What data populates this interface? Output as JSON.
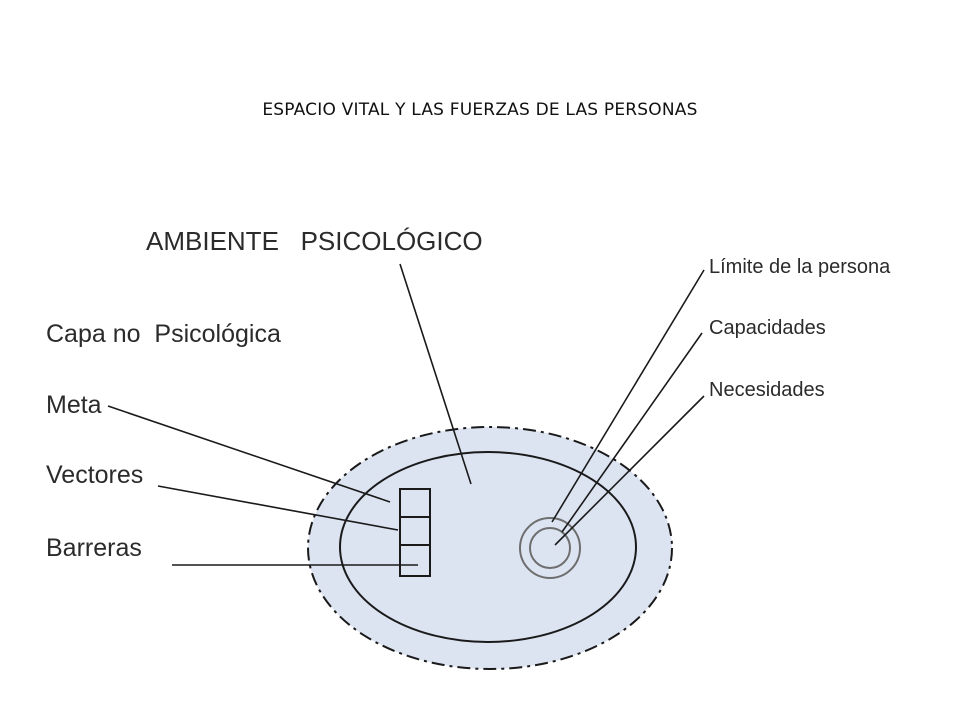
{
  "slide": {
    "title": "ESPACIO VITAL Y LAS FUERZAS DE LAS PERSONAS"
  },
  "diagram": {
    "labels": {
      "ambiente": "AMBIENTE   PSICOLÓGICO",
      "capa": "Capa no  Psicológica",
      "meta": "Meta",
      "vectores": "Vectores",
      "barreras": "Barreras",
      "limite": "Límite de la persona",
      "capacidades": "Capacidades",
      "necesidades": "Necesidades"
    },
    "colors": {
      "outer_fill": "#dce4f2",
      "line": "#1a1a1a",
      "ring": "#6e6e6e",
      "text": "#2b2b2b"
    }
  }
}
